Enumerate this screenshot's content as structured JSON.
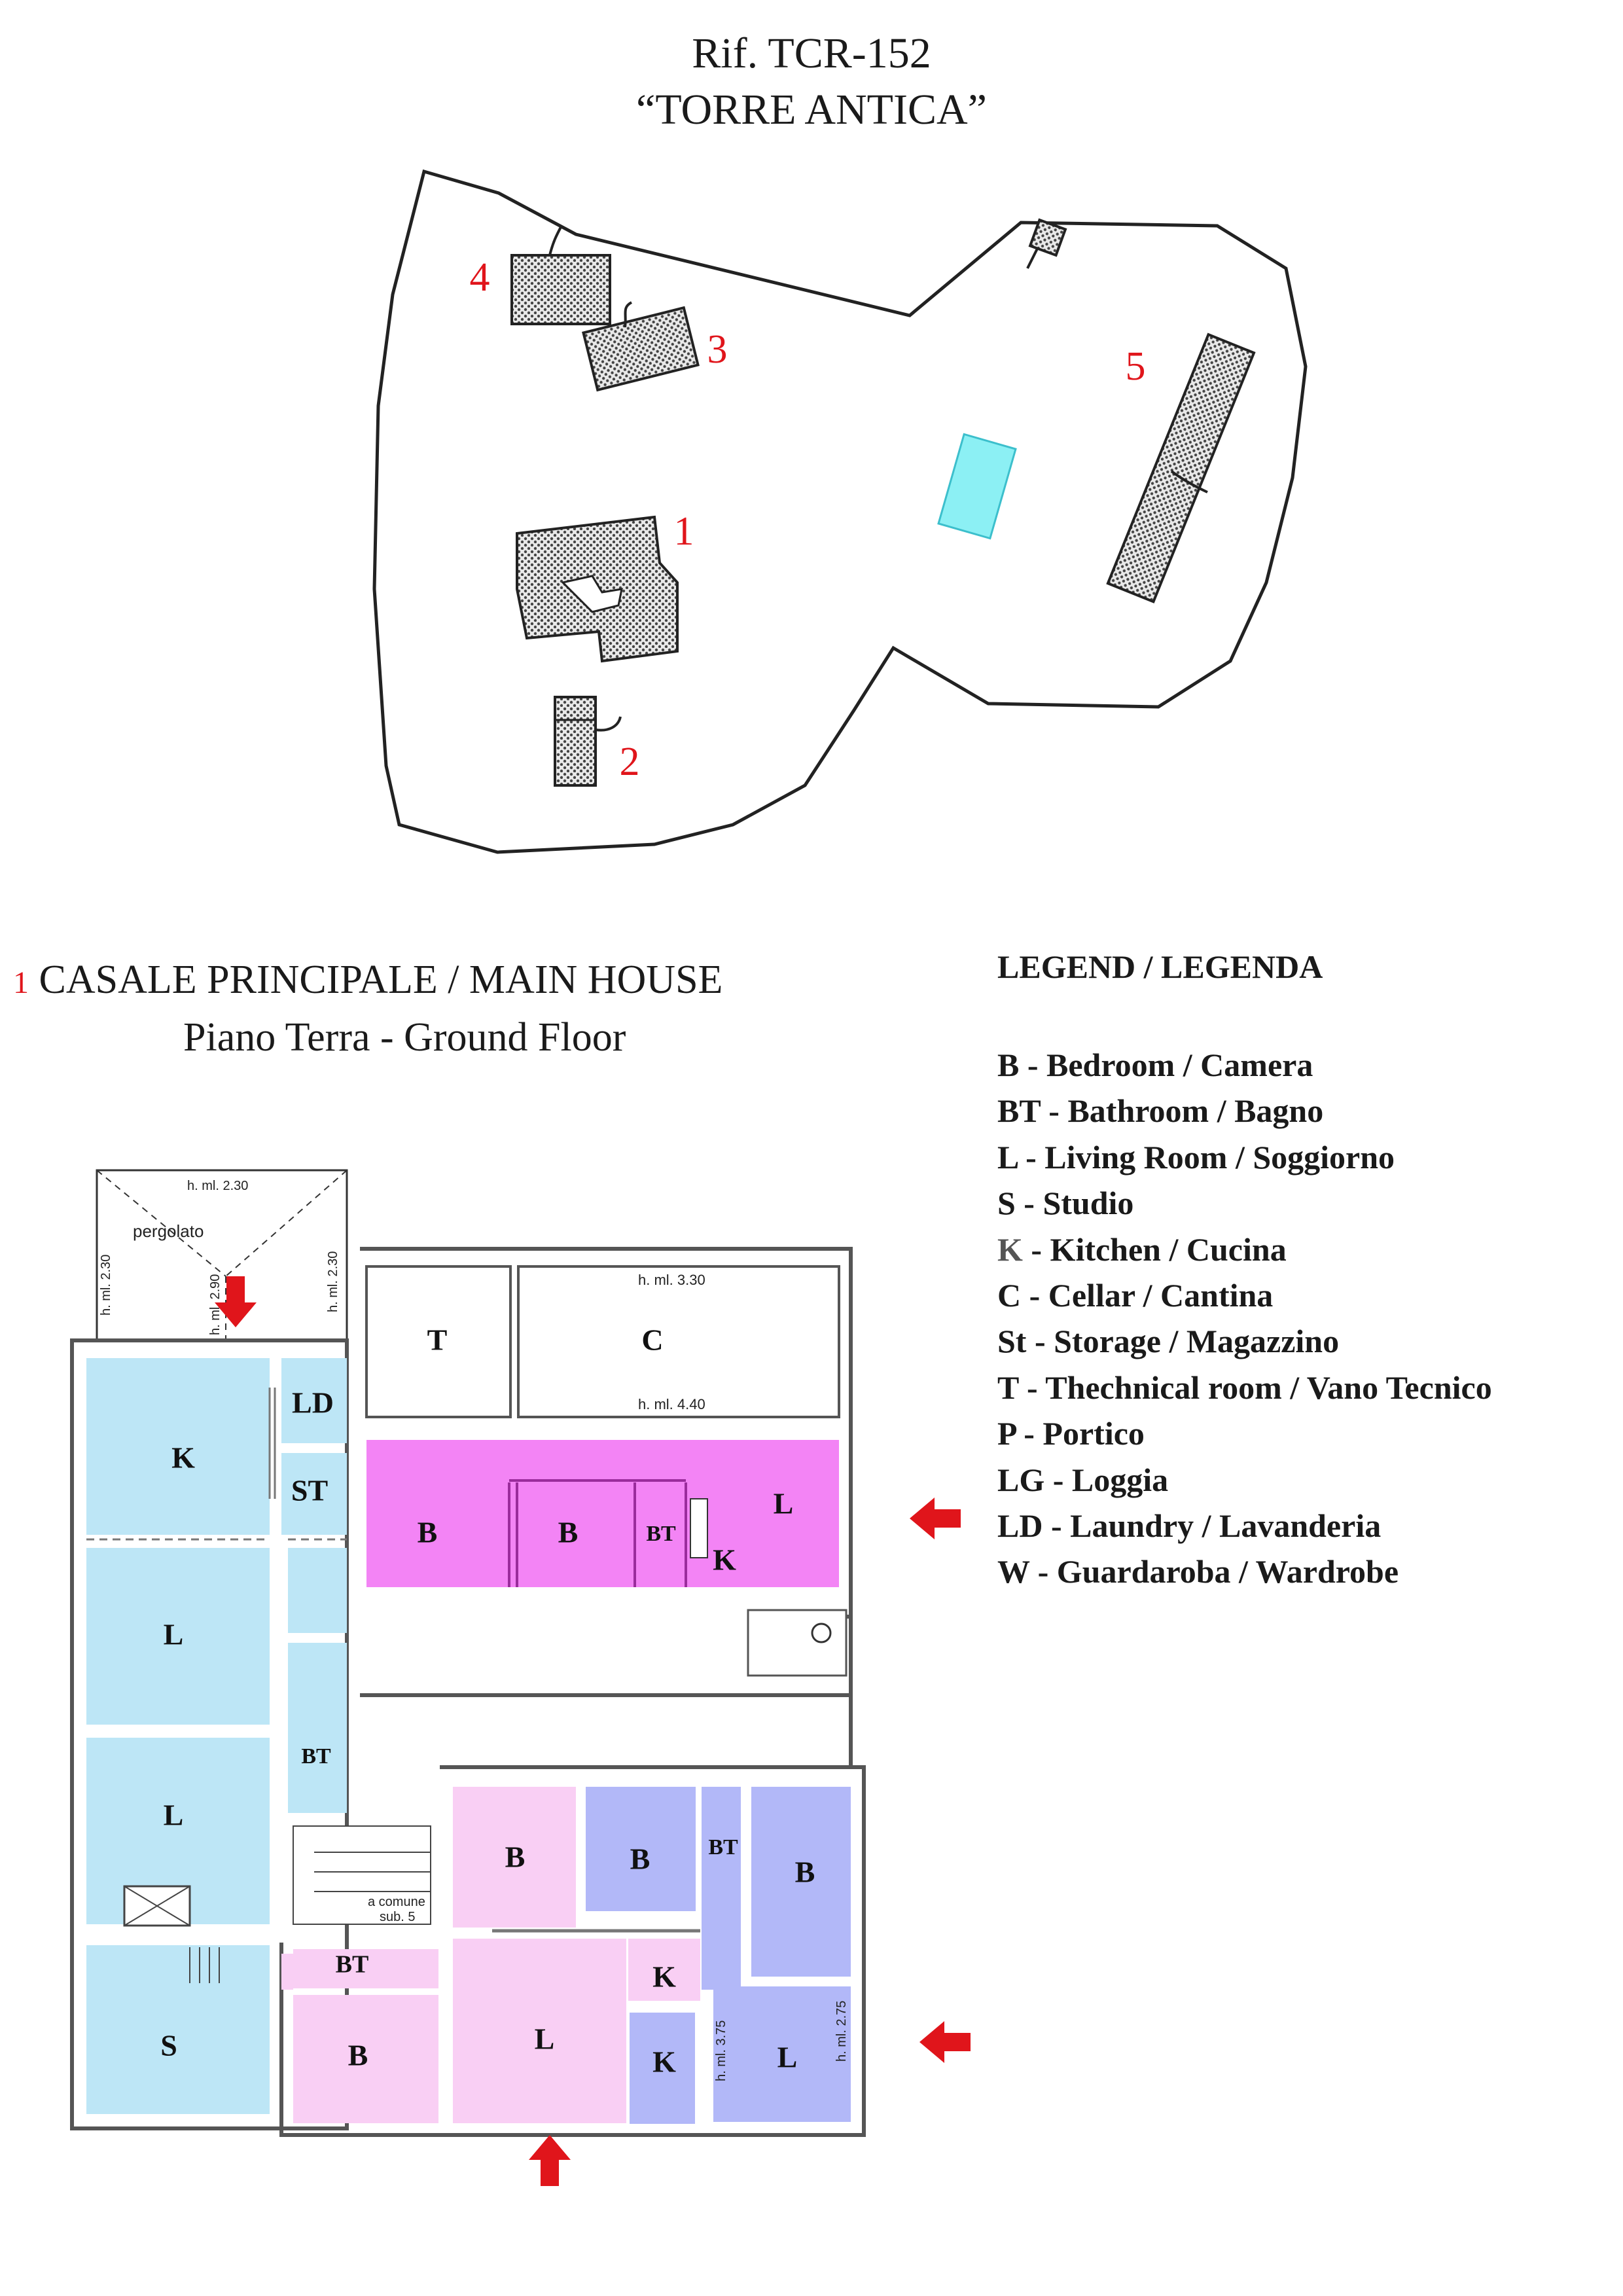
{
  "header": {
    "ref": "Rif. TCR-152",
    "name": "“TORRE ANTICA”"
  },
  "site_plan": {
    "building_numbers": [
      "1",
      "2",
      "3",
      "4",
      "5"
    ]
  },
  "main_house": {
    "number": "1",
    "title": "CASALE PRINCIPALE / MAIN HOUSE",
    "subtitle": "Piano Terra - Ground Floor"
  },
  "legend": {
    "title": "LEGEND / LEGENDA",
    "items": [
      {
        "code": "B",
        "text": "B - Bedroom / Camera"
      },
      {
        "code": "BT",
        "text": "BT - Bathroom / Bagno"
      },
      {
        "code": "L",
        "text": "L - Living Room / Soggiorno"
      },
      {
        "code": "S",
        "text": "S - Studio"
      },
      {
        "code": "K",
        "text": " - Kitchen / Cucina"
      },
      {
        "code": "C",
        "text": "C - Cellar / Cantina"
      },
      {
        "code": "St",
        "text": "St - Storage / Magazzino"
      },
      {
        "code": "T",
        "text": "T - Thechnical room / Vano Tecnico"
      },
      {
        "code": "P",
        "text": "P - Portico"
      },
      {
        "code": "LG",
        "text": "LG -  Loggia"
      },
      {
        "code": "LD",
        "text": "LD - Laundry / Lavanderia"
      },
      {
        "code": "W",
        "text": "W - Guardaroba / Wardrobe"
      }
    ],
    "k_letter": "K"
  },
  "floor_plan": {
    "annotations": {
      "pergolato": "pergolato",
      "h230_top": "h. ml. 2.30",
      "h230_left": "h. ml. 2.30",
      "h230_right": "h. ml. 2.30",
      "h290": "h. ml. 2.90",
      "h330": "h. ml. 3.30",
      "h440": "h. ml. 4.40",
      "h375": "h. ml. 3.75",
      "h275": "h. ml. 2.75",
      "a_comune": "a comune",
      "sub5": "sub. 5"
    },
    "rooms": {
      "k_west": "K",
      "ld": "LD",
      "st": "ST",
      "l_west1": "L",
      "bt_west": "BT",
      "l_west2": "L",
      "s": "S",
      "t": "T",
      "c": "C",
      "b_n1": "B",
      "b_n2": "B",
      "bt_n": "BT",
      "k_n": "K",
      "l_n": "L",
      "bt_sw": "BT",
      "b_sw": "B",
      "b_s1": "B",
      "l_s": "L",
      "k_s1": "K",
      "b_s2": "B",
      "bt_se": "BT",
      "b_se": "B",
      "k_s2": "K",
      "l_se": "L"
    },
    "colors": {
      "light_blue": "#bde6f6",
      "magenta": "#f384f5",
      "light_pink": "#f9cff4",
      "periwinkle": "#b2b8f8",
      "pool": "#8cf0f4",
      "arrow": "#e0151b"
    }
  }
}
